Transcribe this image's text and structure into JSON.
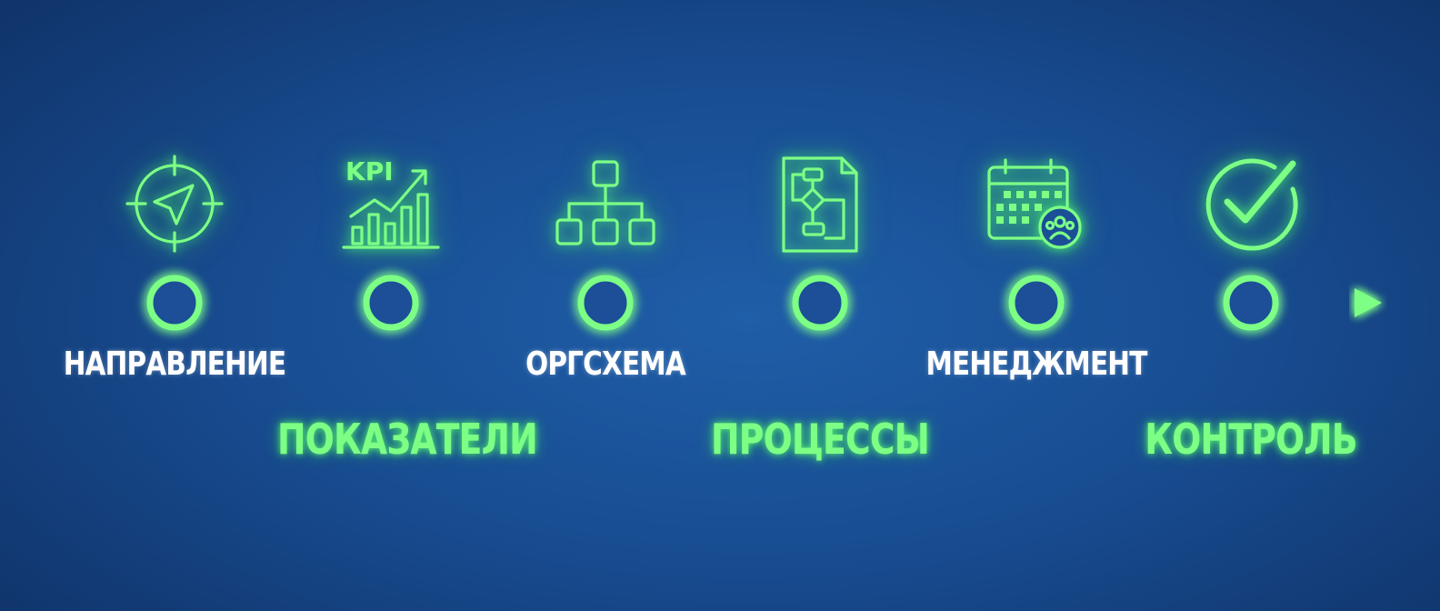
{
  "colors": {
    "accent": "#7dff86",
    "background": "#1a54a0",
    "label_white": "#ffffff"
  },
  "steps": [
    {
      "label": "НАПРАВЛЕНИЕ",
      "icon": "compass-target-icon",
      "label_color": "white",
      "label_row": "upper"
    },
    {
      "label": "ПОКАЗАТЕЛИ",
      "icon": "kpi-chart-icon",
      "label_color": "green",
      "label_row": "lower"
    },
    {
      "label": "ОРГСХЕМА",
      "icon": "org-chart-icon",
      "label_color": "white",
      "label_row": "upper"
    },
    {
      "label": "ПРОЦЕССЫ",
      "icon": "flowchart-document-icon",
      "label_color": "green",
      "label_row": "lower"
    },
    {
      "label": "МЕНЕДЖМЕНТ",
      "icon": "calendar-team-icon",
      "label_color": "white",
      "label_row": "upper"
    },
    {
      "label": "КОНТРОЛЬ",
      "icon": "checkmark-circle-icon",
      "label_color": "green",
      "label_row": "lower"
    }
  ],
  "kpi_text": "KPI"
}
